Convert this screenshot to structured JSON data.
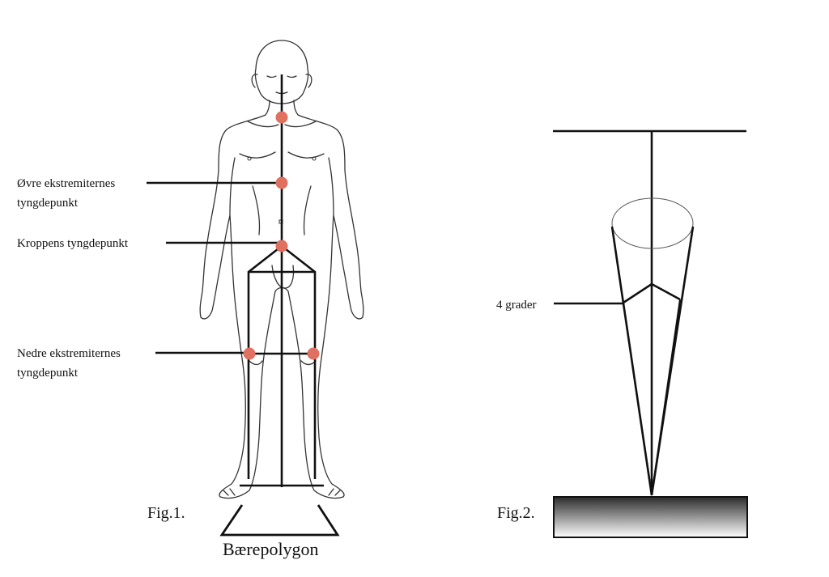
{
  "figure1": {
    "caption": "Fig.1.",
    "labels": {
      "upper_line1": "Øvre ekstremiternes",
      "upper_line2": "tyngdepunkt",
      "body": "Kroppens tyngdepunkt",
      "lower_line1": "Nedre ekstremiternes",
      "lower_line2": "tyngdepunkt"
    },
    "base_label": "Bærepolygon"
  },
  "figure2": {
    "caption": "Fig.2.",
    "angle_label": "4 grader"
  },
  "colors": {
    "cg_marker": "#e0705f",
    "line": "#111111",
    "outline": "#333333"
  }
}
